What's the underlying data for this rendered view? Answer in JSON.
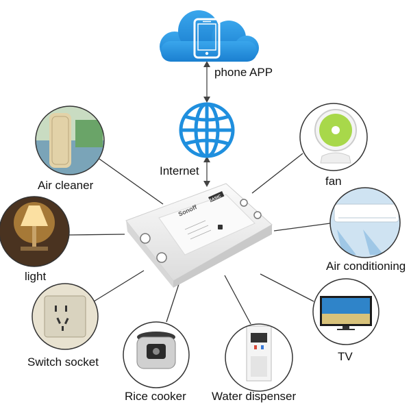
{
  "labels": {
    "phone_app": "phone APP",
    "internet": "Internet",
    "air_cleaner": "Air cleaner",
    "fan": "fan",
    "light": "light",
    "air_conditioning": "Air conditioning",
    "tv": "TV",
    "switch_socket": "Switch socket",
    "rice_cooker": "Rice cooker",
    "water_dispenser": "Water dispenser"
  },
  "device_text": {
    "brand": "Sonoff",
    "badge": "BASIC"
  },
  "colors": {
    "cloud": "#1f8fde",
    "globe": "#1f8fde",
    "line": "#333333",
    "circle_border": "#333333",
    "device_body": "#f2f2f2"
  }
}
